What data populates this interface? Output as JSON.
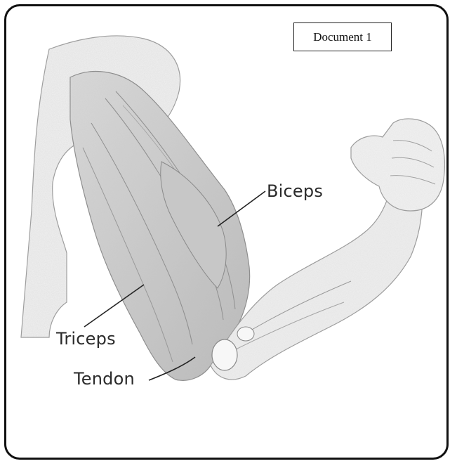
{
  "document_label": "Document 1",
  "labels": {
    "biceps": "Biceps",
    "triceps": "Triceps",
    "tendon": "Tendon"
  },
  "illustration": {
    "subject": "arm-muscles-icon"
  }
}
